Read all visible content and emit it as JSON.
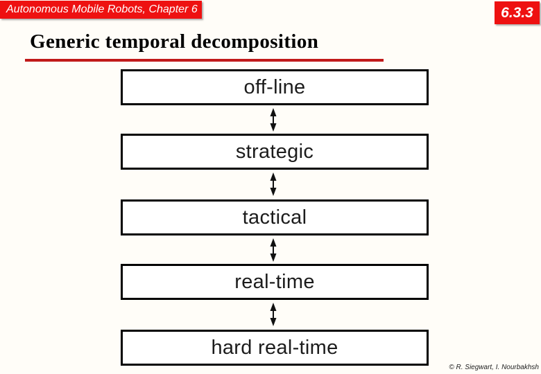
{
  "header": {
    "course_label": "Autonomous Mobile Robots, Chapter 6",
    "section_number": "6.3.3"
  },
  "title": {
    "text": "Generic temporal decomposition"
  },
  "diagram": {
    "levels": [
      {
        "label": "off-line"
      },
      {
        "label": "strategic"
      },
      {
        "label": "tactical"
      },
      {
        "label": "real-time"
      },
      {
        "label": "hard real-time"
      }
    ],
    "connector": "double-headed-vertical-arrow"
  },
  "footer": {
    "credit": "© R. Siegwart, I. Nourbakhsh"
  },
  "colors": {
    "accent_red": "#ee1111",
    "underline_red": "#c11a1a",
    "box_border": "#000000",
    "box_text": "#1c1c1c"
  }
}
